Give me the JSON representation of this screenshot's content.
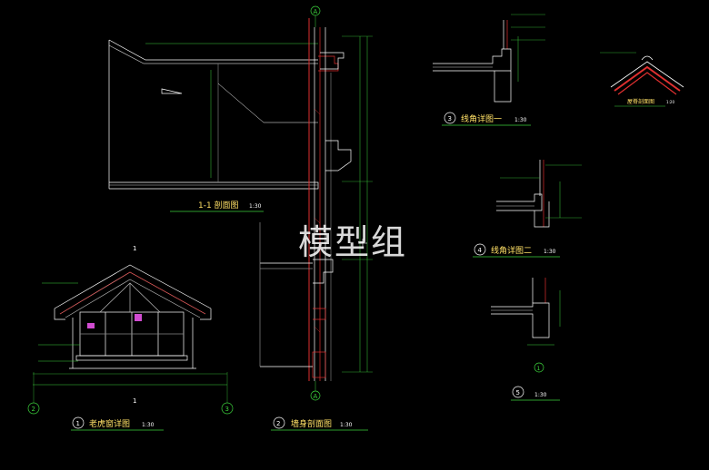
{
  "watermark": "模型组",
  "views": {
    "section_11": {
      "title": "1-1 剖面图",
      "scale": "1:30"
    },
    "v1": {
      "num": "1",
      "title": "老虎窗详图",
      "scale": "1:30"
    },
    "v2": {
      "num": "2",
      "title": "墙身剖面图",
      "scale": "1:30"
    },
    "v3": {
      "num": "3",
      "title": "线角详图一",
      "scale": "1:30"
    },
    "v4": {
      "num": "4",
      "title": "线角详图二",
      "scale": "1:30"
    },
    "v5": {
      "num": "5",
      "scale": "1:30"
    },
    "ridge": {
      "title": "屋脊剖面图",
      "scale": "1:20"
    }
  },
  "axes": {
    "A_top": "A",
    "A_bottom": "A",
    "ax2": "2",
    "ax3": "3",
    "ax1": "1",
    "axis1_top": "1",
    "axis1_bot": "1"
  },
  "colors": {
    "bg": "#000000",
    "line": "#ffffff",
    "green": "#3cd03c",
    "yellow": "#ffe066",
    "red": "#e03030",
    "cyan": "#49d6e6"
  }
}
